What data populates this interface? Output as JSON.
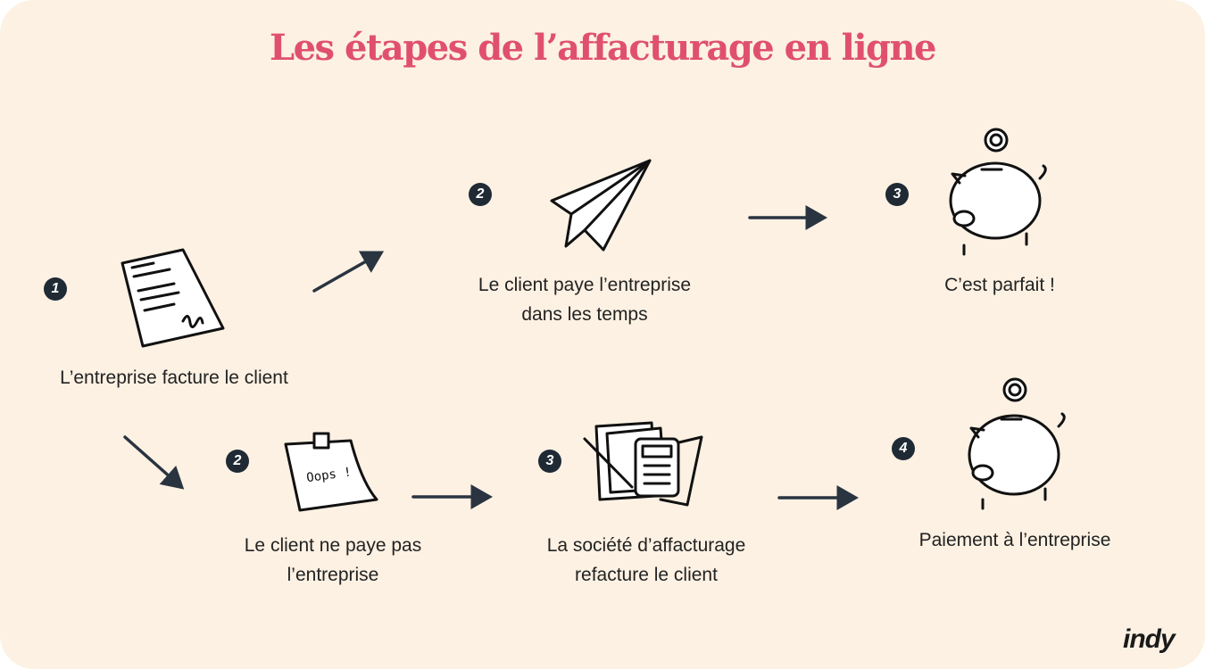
{
  "title": "Les étapes de l’affacturage en ligne",
  "steps": {
    "start": {
      "number": "1",
      "label": "L’entreprise facture le client"
    },
    "paid": {
      "number": "2",
      "line1": "Le client paye l’entreprise",
      "line2": "dans les temps"
    },
    "perfect": {
      "number": "3",
      "label": "C’est parfait !"
    },
    "unpaid": {
      "number": "2",
      "line1": "Le client ne paye pas",
      "line2": "l’entreprise",
      "note_text": "Oops !"
    },
    "refacture": {
      "number": "3",
      "line1": "La société d’affacturage",
      "line2": "refacture le client"
    },
    "payment": {
      "number": "4",
      "label": "Paiement à l’entreprise"
    }
  },
  "logo": "indy",
  "colors": {
    "title": "#e0506e",
    "background": "#fcf1e3",
    "arrow": "#2a3440"
  }
}
